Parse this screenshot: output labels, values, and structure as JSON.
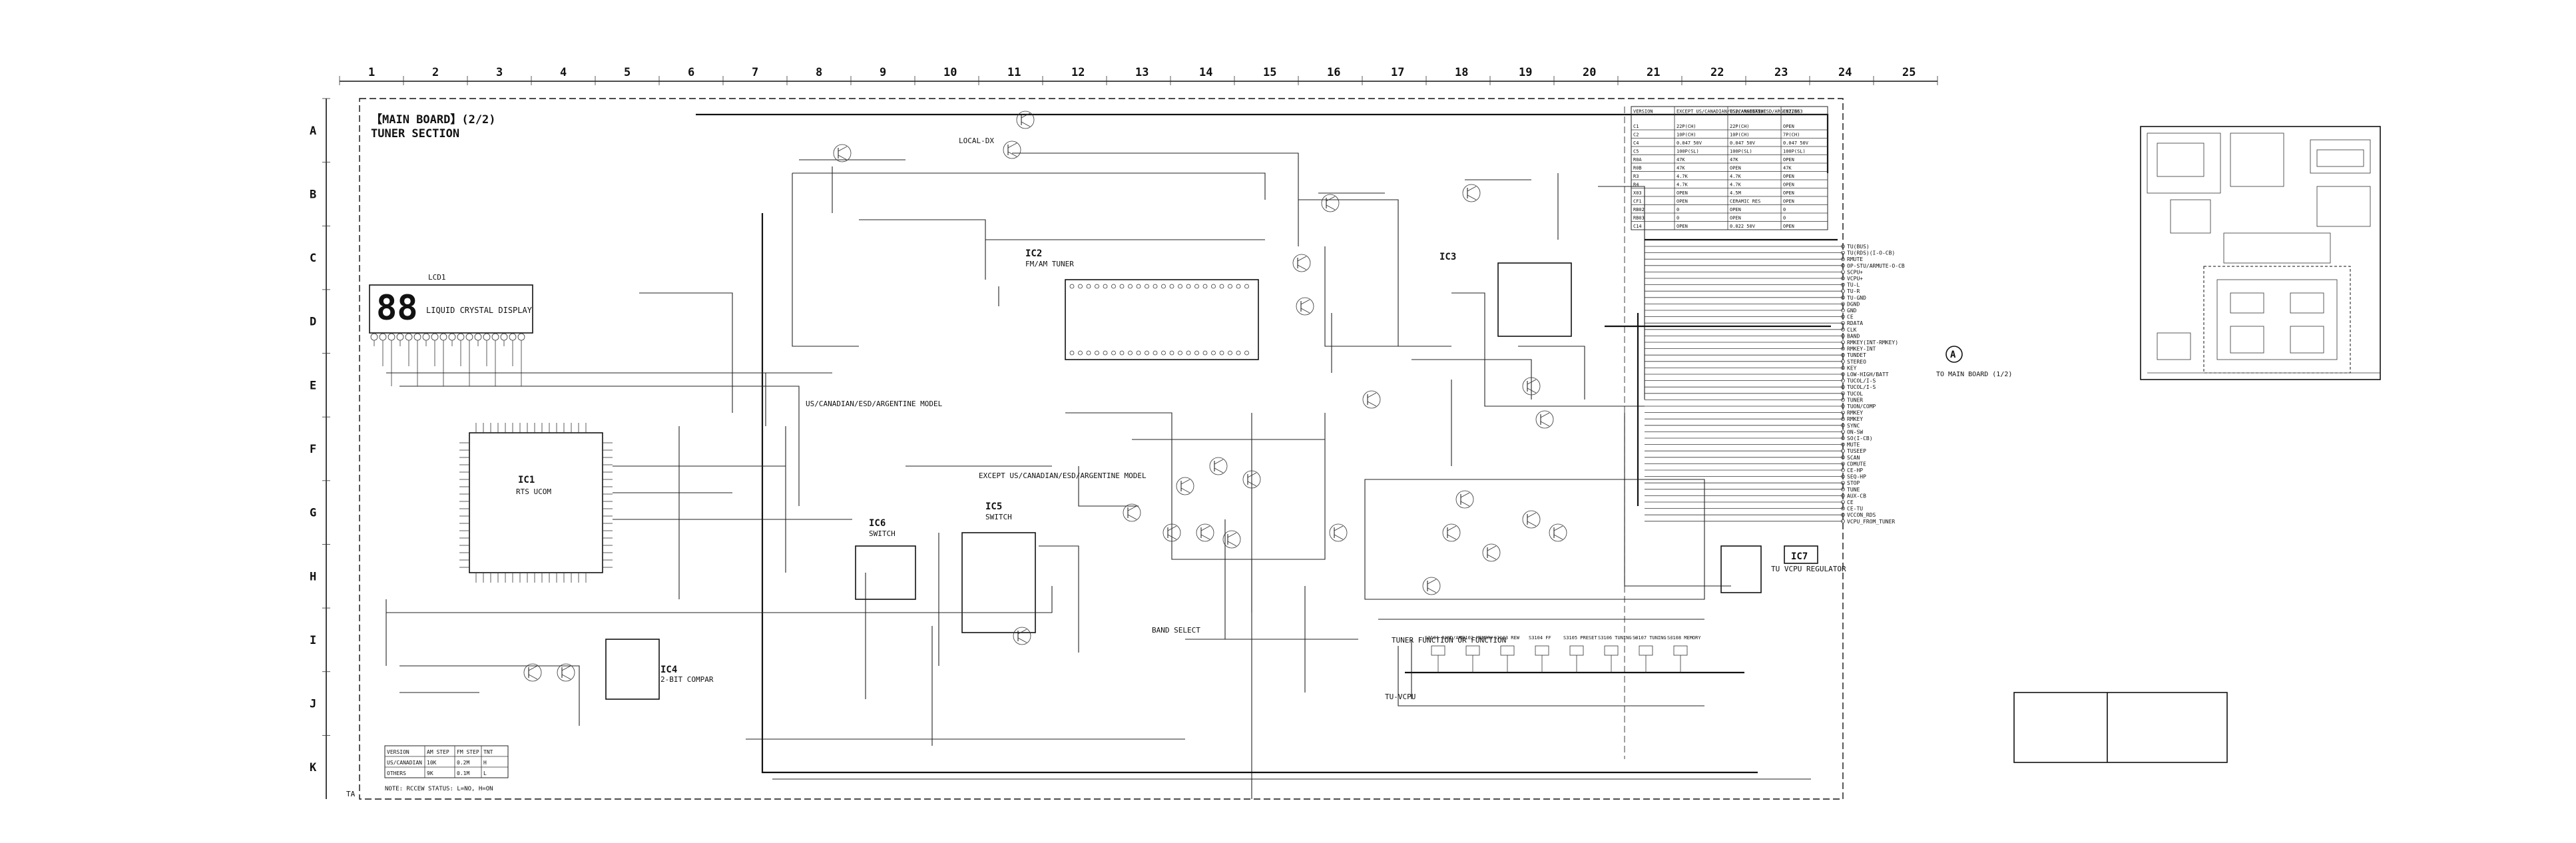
{
  "grid": {
    "columns": [
      "1",
      "2",
      "3",
      "4",
      "5",
      "6",
      "7",
      "8",
      "9",
      "10",
      "11",
      "12",
      "13",
      "14",
      "15",
      "16",
      "17",
      "18",
      "19",
      "20",
      "21",
      "22",
      "23",
      "24",
      "25"
    ],
    "rows": [
      "A",
      "B",
      "C",
      "D",
      "E",
      "F",
      "G",
      "H",
      "I",
      "J",
      "K"
    ]
  },
  "header": {
    "board_title": "【MAIN BOARD】(2/2)",
    "section_title": "TUNER SECTION"
  },
  "lcd": {
    "ref": "LCD1",
    "digits": "88",
    "label": "LIQUID CRYSTAL DISPLAY"
  },
  "ics": [
    {
      "ref": "IC1",
      "desc": "RTS UCOM"
    },
    {
      "ref": "IC2",
      "desc": "FM/AM TUNER"
    },
    {
      "ref": "IC3",
      "desc": ""
    },
    {
      "ref": "IC4",
      "desc": "2-BIT COMPAR"
    },
    {
      "ref": "IC5",
      "desc": "SWITCH"
    },
    {
      "ref": "IC6",
      "desc": "SWITCH"
    },
    {
      "ref": "IC7",
      "desc": "TU VCPU REGULATOR"
    }
  ],
  "notes": {
    "local_dx": "LOCAL-DX",
    "except_label": "EXCEPT US/CANADIAN/ESD/ARGENTINE MODEL",
    "band_select": "BAND SELECT",
    "tuner_function": "TUNER FUNCTION OR FUNCTION",
    "tu_vcpu": "TU-VCPU",
    "model_note": "NOTE: RCCEW STATUS: L=NO, H=ON",
    "us_model": "US/CANADIAN/ESD/ARGENTINE MODEL"
  },
  "connector": {
    "ref": "A",
    "label": "TO MAIN BOARD (1/2)",
    "pins": [
      "TU(BUS)",
      "TU(RDS)(I-O-CB)",
      "RMUTE",
      "OP-STU/ARMUTE-O-CB",
      "SCPU+",
      "VCPU+",
      "TU-L",
      "TU-R",
      "TU-GND",
      "DGND",
      "GND",
      "CE",
      "RDATA",
      "CLK",
      "BAND",
      "RMKEY(INT-RMKEY)",
      "RMKEY-INT",
      "TUNDET",
      "STEREO",
      "KEY",
      "LOW-HIGH/BATT",
      "TUCOL/I-S",
      "TUCOL/I-S",
      "TUCOL",
      "TUNER",
      "TUON/COMP",
      "RMKEY",
      "RMKEY",
      "SYNC",
      "ON-SW",
      "SO(I-CB)",
      "MUTE",
      "TUSEEP",
      "SCAN",
      "CDMUTE",
      "CE-HP",
      "SEQ-HP",
      "STOP",
      "TUNE",
      "AUX-CB",
      "CE",
      "CE-TU",
      "VCCON_RDS",
      "VCPU_FROM_TUNER"
    ]
  },
  "legend_table": {
    "headers": [
      "VERSION",
      "EXCEPT US/CANADIAN/ESD/ARGENTINE",
      "US/CANADIAN/ESD/ARGENTINE",
      "E62/E63"
    ],
    "rows": [
      [
        "C1",
        "22P(CH)",
        "22P(CH)",
        "OPEN"
      ],
      [
        "C2",
        "10P(CH)",
        "10P(CH)",
        "7P(CH)"
      ],
      [
        "C4",
        "0.047 50V",
        "0.047 50V",
        "0.047 50V"
      ],
      [
        "C5",
        "100P(SL)",
        "100P(SL)",
        "100P(SL)"
      ],
      [
        "R0A",
        "47K",
        "47K",
        "OPEN"
      ],
      [
        "R0B",
        "47K",
        "OPEN",
        "47K"
      ],
      [
        "R3",
        "4.7K",
        "4.7K",
        "OPEN"
      ],
      [
        "R4",
        "4.7K",
        "4.7K",
        "OPEN"
      ],
      [
        "X03",
        "OPEN",
        "4.5M",
        "OPEN"
      ],
      [
        "CF1",
        "OPEN",
        "CERAMIC RES",
        "OPEN"
      ],
      [
        "RB02",
        "0",
        "OPEN",
        "0"
      ],
      [
        "RB03",
        "0",
        "OPEN",
        "0"
      ],
      [
        "C14",
        "OPEN",
        "0.022 50V",
        "OPEN"
      ]
    ]
  },
  "band_table": {
    "headers": [
      "VERSION",
      "AM STEP",
      "FM STEP",
      "TNT"
    ],
    "rows": [
      [
        "US/CANADIAN",
        "10K",
        "0.2M",
        "H"
      ],
      [
        "OTHERS",
        "9K",
        "0.1M",
        "L"
      ]
    ]
  },
  "switches": [
    "S3101 BAND/AMS",
    "S3102 MEMORY",
    "S3103 REW",
    "S3104 FF",
    "S3105 PRESET",
    "S3106 TUNING +",
    "S3107 TUNING -",
    "S3108 MEMORY"
  ],
  "page_label": "TA"
}
